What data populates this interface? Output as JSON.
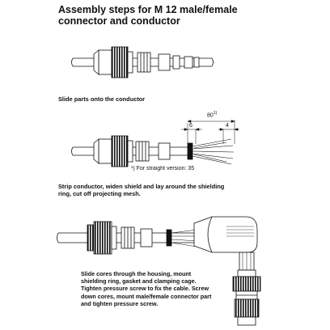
{
  "title": {
    "line1": "Assembly steps for M 12 male/female",
    "line2": "connector and conductor"
  },
  "step1": {
    "caption": "Slide parts onto the conductor"
  },
  "step2": {
    "caption_line1": "Strip conductor, widen shield and lay around the shielding",
    "caption_line2": "ring, cut off projecting mesh.",
    "dim_80": "80",
    "dim_6": "6",
    "dim_4": "4",
    "footnote_mark": "1)",
    "footnote_text": "¹) For straight version: 35"
  },
  "step3": {
    "caption_line1": "Slide cores through the housing, mount",
    "caption_line2": "shielding ring, gasket and clamping cage.",
    "caption_line3": "Tighten pressure screw to fix the cable. Screw",
    "caption_line4": "down cores, mount male/female connector part",
    "caption_line5": "and tighten pressure screw."
  }
}
